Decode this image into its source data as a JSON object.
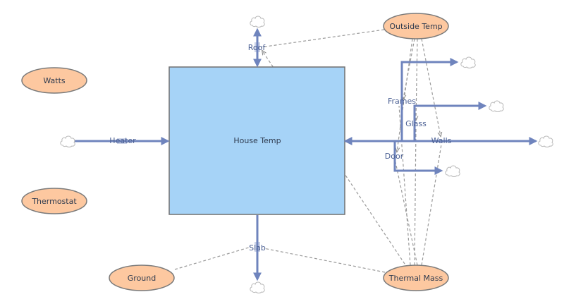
{
  "stock": {
    "label": "House Temp"
  },
  "auxiliaries": {
    "watts": "Watts",
    "thermostat": "Thermostat",
    "outside_temp": "Outside Temp",
    "ground": "Ground",
    "thermal_mass": "Thermal Mass"
  },
  "flows": {
    "heater": "Heater",
    "roof": "Roof",
    "frames": "Frames",
    "glass": "Glass",
    "walls": "Walls",
    "door": "Door",
    "slab": "Slab"
  },
  "colors": {
    "stock_fill": "#a6d3f7",
    "aux_fill": "#fdc8a0",
    "flow_stroke": "#6f84bd",
    "link_stroke": "#9a9a9a"
  }
}
